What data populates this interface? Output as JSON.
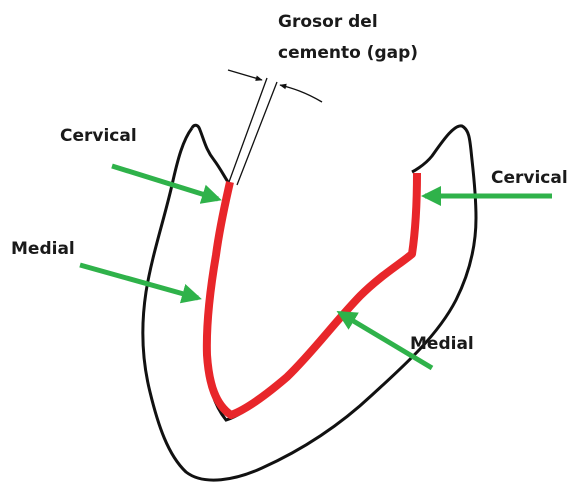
{
  "figure": {
    "gap_label_line1": "Grosor del",
    "gap_label_line2": "cemento (gap)",
    "labels": {
      "cervical_left": "Cervical",
      "cervical_right": "Cervical",
      "medial_left": "Medial",
      "medial_right": "Medial"
    },
    "colors": {
      "outline": "#111111",
      "cement": "#e8262a",
      "arrow": "#2fb24a",
      "text": "#1a1a1a"
    }
  }
}
